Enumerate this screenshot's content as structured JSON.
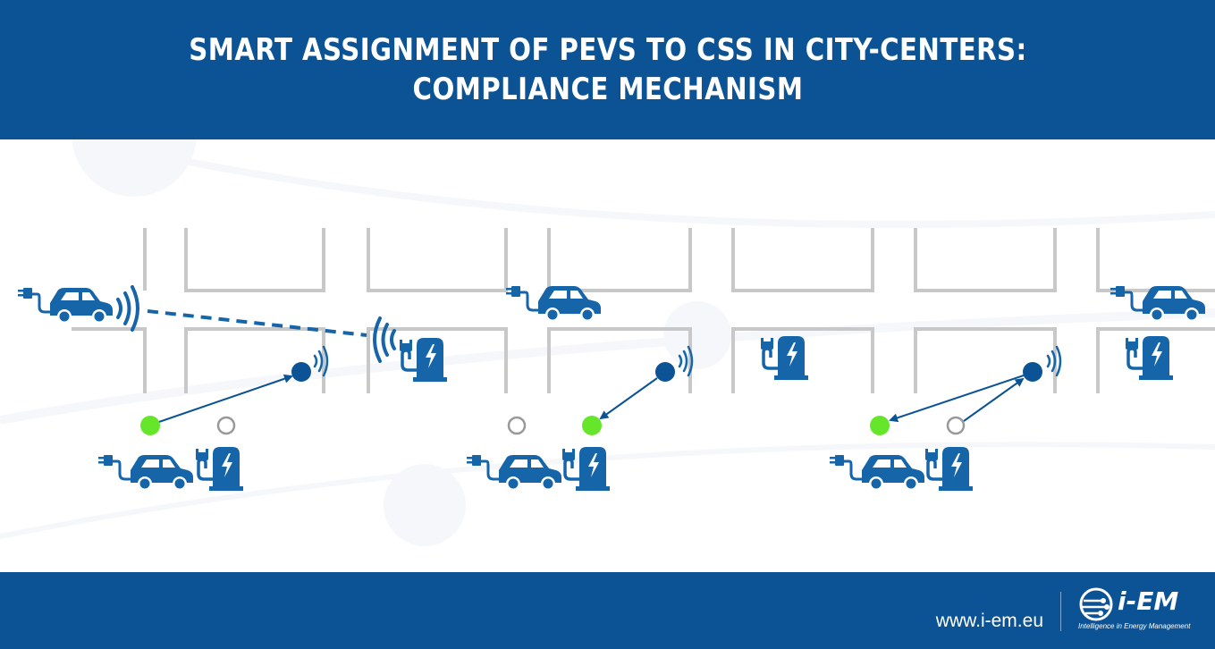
{
  "header": {
    "title_line1": "SMART ASSIGNMENT OF PEVS TO CSS IN CITY-CENTERS:",
    "title_line2": "COMPLIANCE MECHANISM"
  },
  "footer": {
    "url": "www.i-em.eu",
    "logo_text": "i-EM",
    "logo_tagline": "Intelligence in Energy Management"
  },
  "colors": {
    "brand_blue": "#0b5394",
    "icon_blue": "#1565a8",
    "available_green": "#66e62a",
    "unavailable_gray": "#999999",
    "street_gray": "#c8c8c8"
  },
  "icons": [
    "ev-car-icon",
    "charging-station-icon",
    "signal-waves-icon",
    "controller-node-icon",
    "status-dot-icon"
  ],
  "panels": [
    {
      "status_dots": [
        "available",
        "unavailable"
      ]
    },
    {
      "status_dots": [
        "unavailable",
        "available"
      ]
    },
    {
      "status_dots": [
        "available",
        "unavailable"
      ]
    }
  ]
}
